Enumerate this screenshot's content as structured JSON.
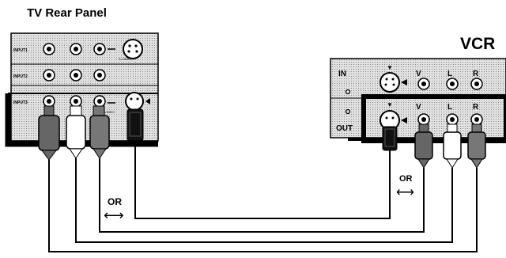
{
  "tv": {
    "title": "TV Rear Panel",
    "row_labels": [
      "INPUT1",
      "INPUT2",
      "INPUT3"
    ],
    "svideo_label": "S-VIDEO"
  },
  "vcr": {
    "title": "VCR",
    "in_label": "IN",
    "out_label": "OUT",
    "jack_labels": [
      "V",
      "L",
      "R"
    ],
    "svideo_mark": "▼"
  },
  "or_labels": [
    "OR",
    "OR"
  ],
  "arrow_glyph": "⟷",
  "colors": {
    "panel_fill": "#d9d9d9",
    "plug_dark": "#666666",
    "plug_light": "#ffffff",
    "plug_black": "#111111",
    "wire": "#000000"
  }
}
